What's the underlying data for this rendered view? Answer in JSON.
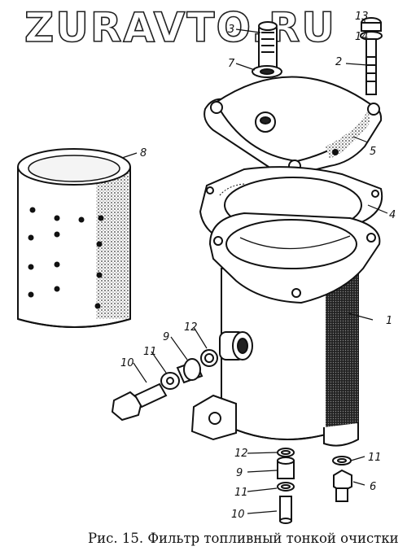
{
  "watermark": "ZURAVTO.RU",
  "caption": "Рис. 15. Фильтр топливный тонкой очистки",
  "callouts": [
    {
      "id": "c1",
      "label": "1"
    },
    {
      "id": "c2",
      "label": "2"
    },
    {
      "id": "c3",
      "label": "3"
    },
    {
      "id": "c4",
      "label": "4"
    },
    {
      "id": "c5",
      "label": "5"
    },
    {
      "id": "c6",
      "label": "6"
    },
    {
      "id": "c7",
      "label": "7"
    },
    {
      "id": "c8",
      "label": "8"
    },
    {
      "id": "c9a",
      "label": "9"
    },
    {
      "id": "c9b",
      "label": "9"
    },
    {
      "id": "c10a",
      "label": "10"
    },
    {
      "id": "c10b",
      "label": "10"
    },
    {
      "id": "c11a",
      "label": "11"
    },
    {
      "id": "c11b",
      "label": "11"
    },
    {
      "id": "c11c",
      "label": "11"
    },
    {
      "id": "c12a",
      "label": "12"
    },
    {
      "id": "c12b",
      "label": "12"
    },
    {
      "id": "c13",
      "label": "13"
    },
    {
      "id": "c14",
      "label": "14"
    }
  ],
  "colors": {
    "ink": "#111111",
    "paper": "#ffffff",
    "shade": "#2a2a2a"
  }
}
